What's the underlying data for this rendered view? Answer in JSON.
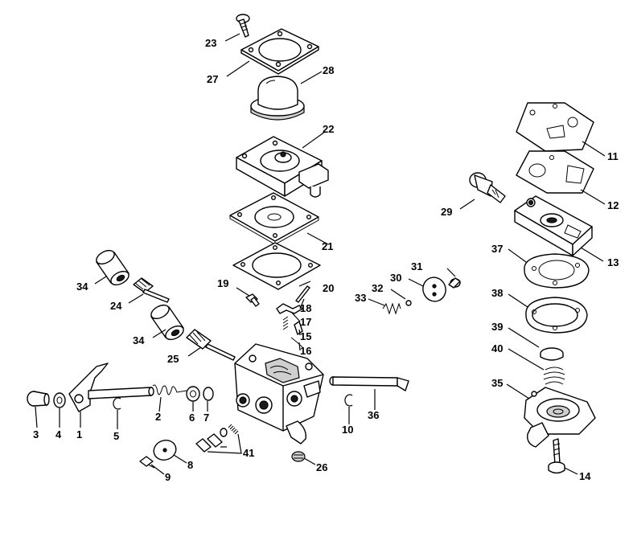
{
  "diagram": {
    "callouts": {
      "c1": "1",
      "c2": "2",
      "c3": "3",
      "c4": "4",
      "c5": "5",
      "c6": "6",
      "c7": "7",
      "c8": "8",
      "c9": "9",
      "c10": "10",
      "c11": "11",
      "c12": "12",
      "c13": "13",
      "c14": "14",
      "c15": "15",
      "c16": "16",
      "c17": "17",
      "c18": "18",
      "c19": "19",
      "c20": "20",
      "c21": "21",
      "c22": "22",
      "c23": "23",
      "c24": "24",
      "c25": "25",
      "c26": "26",
      "c27": "27",
      "c28": "28",
      "c29": "29",
      "c30": "30",
      "c31": "31",
      "c32": "32",
      "c33": "33",
      "c34a": "34",
      "c34b": "34",
      "c35": "35",
      "c36": "36",
      "c37": "37",
      "c38": "38",
      "c39": "39",
      "c40": "40",
      "c41": "41"
    }
  }
}
